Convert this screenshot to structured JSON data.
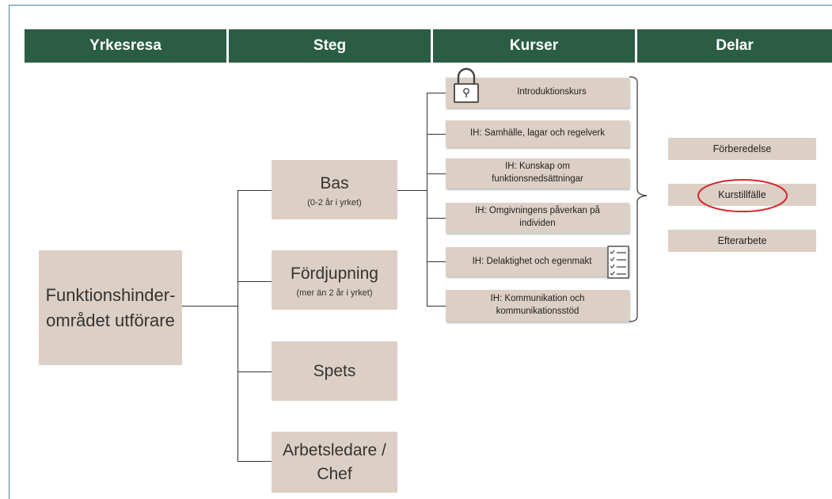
{
  "columns": [
    "Yrkesresa",
    "Steg",
    "Kurser",
    "Delar"
  ],
  "role": "Funktionshinder-\nområdet utförare",
  "steps": [
    {
      "title": "Bas",
      "subtitle": "(0-2 år i yrket)"
    },
    {
      "title": "Fördjupning",
      "subtitle": "(mer än 2 år i yrket)"
    },
    {
      "title": "Spets",
      "subtitle": ""
    },
    {
      "title": "Arbetsledare /\nChef",
      "subtitle": ""
    }
  ],
  "courses": [
    "Introduktionskurs",
    "IH: Samhälle, lagar och regelverk",
    "IH: Kunskap om\nfunktionsnedsättningar",
    "IH: Omgivningens påverkan på\nindividen",
    "IH: Delaktighet och egenmakt",
    "IH: Kommunikation och\nkommunikationsstöd"
  ],
  "parts": [
    "Förberedelse",
    "Kurstillfälle",
    "Efterarbete"
  ],
  "icons": {
    "lock": "lock-icon",
    "checklist": "checklist-icon"
  },
  "colors": {
    "header": "#2b5d45",
    "box": "#dccfc5",
    "highlight": "#d9262a"
  }
}
